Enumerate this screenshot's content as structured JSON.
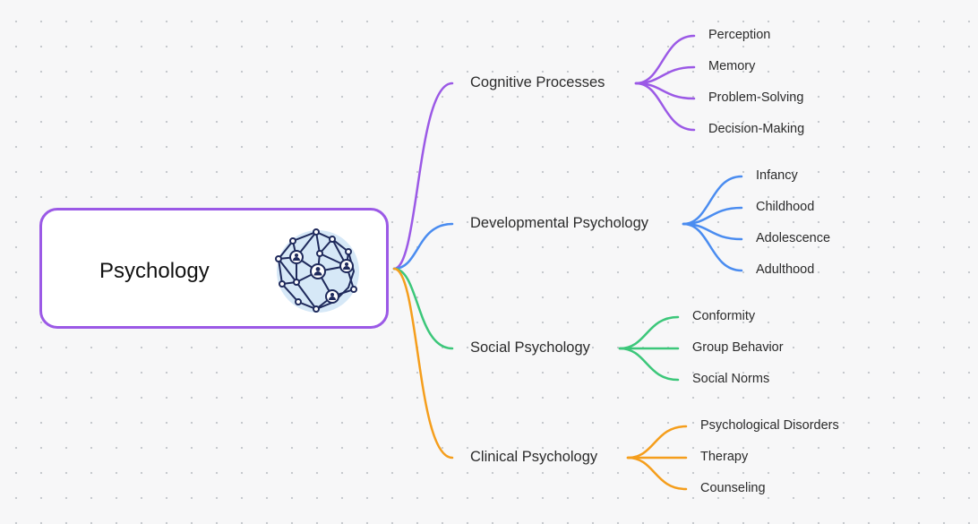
{
  "root": {
    "title": "Psychology",
    "icon": "neural-network-people-icon",
    "border_color": "#9b59e6"
  },
  "branches": [
    {
      "label": "Cognitive Processes",
      "color": "#9b59e6",
      "children": [
        "Perception",
        "Memory",
        "Problem-Solving",
        "Decision-Making"
      ]
    },
    {
      "label": "Developmental Psychology",
      "color": "#4a8cf0",
      "children": [
        "Infancy",
        "Childhood",
        "Adolescence",
        "Adulthood"
      ]
    },
    {
      "label": "Social Psychology",
      "color": "#3cc77a",
      "children": [
        "Conformity",
        "Group Behavior",
        "Social Norms"
      ]
    },
    {
      "label": "Clinical Psychology",
      "color": "#f59e1c",
      "children": [
        "Psychological Disorders",
        "Therapy",
        "Counseling"
      ]
    }
  ]
}
